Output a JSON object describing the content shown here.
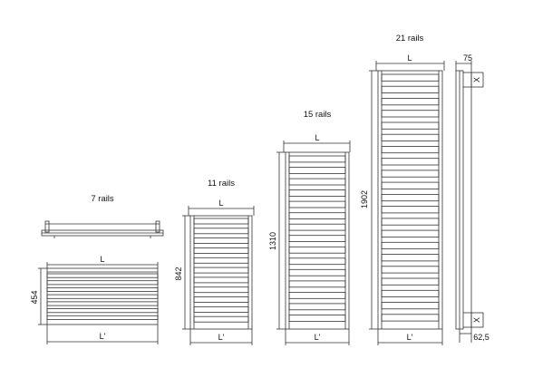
{
  "radiators": [
    {
      "label": "7 rails",
      "width_label": "L",
      "bottom_label": "L'",
      "height_label": "454",
      "rails": 7
    },
    {
      "label": "11 rails",
      "width_label": "L",
      "bottom_label": "L'",
      "height_label": "842",
      "rails": 11
    },
    {
      "label": "15 rails",
      "width_label": "L",
      "bottom_label": "L'",
      "height_label": "1310",
      "rails": 15
    },
    {
      "label": "21 rails",
      "width_label": "L",
      "bottom_label": "L'",
      "height_label": "1902",
      "rails": 21
    }
  ],
  "side_view": {
    "depth_label": "75",
    "offset_label": "62,5",
    "bracket_label": "X"
  },
  "colors": {
    "line": "#333333"
  }
}
